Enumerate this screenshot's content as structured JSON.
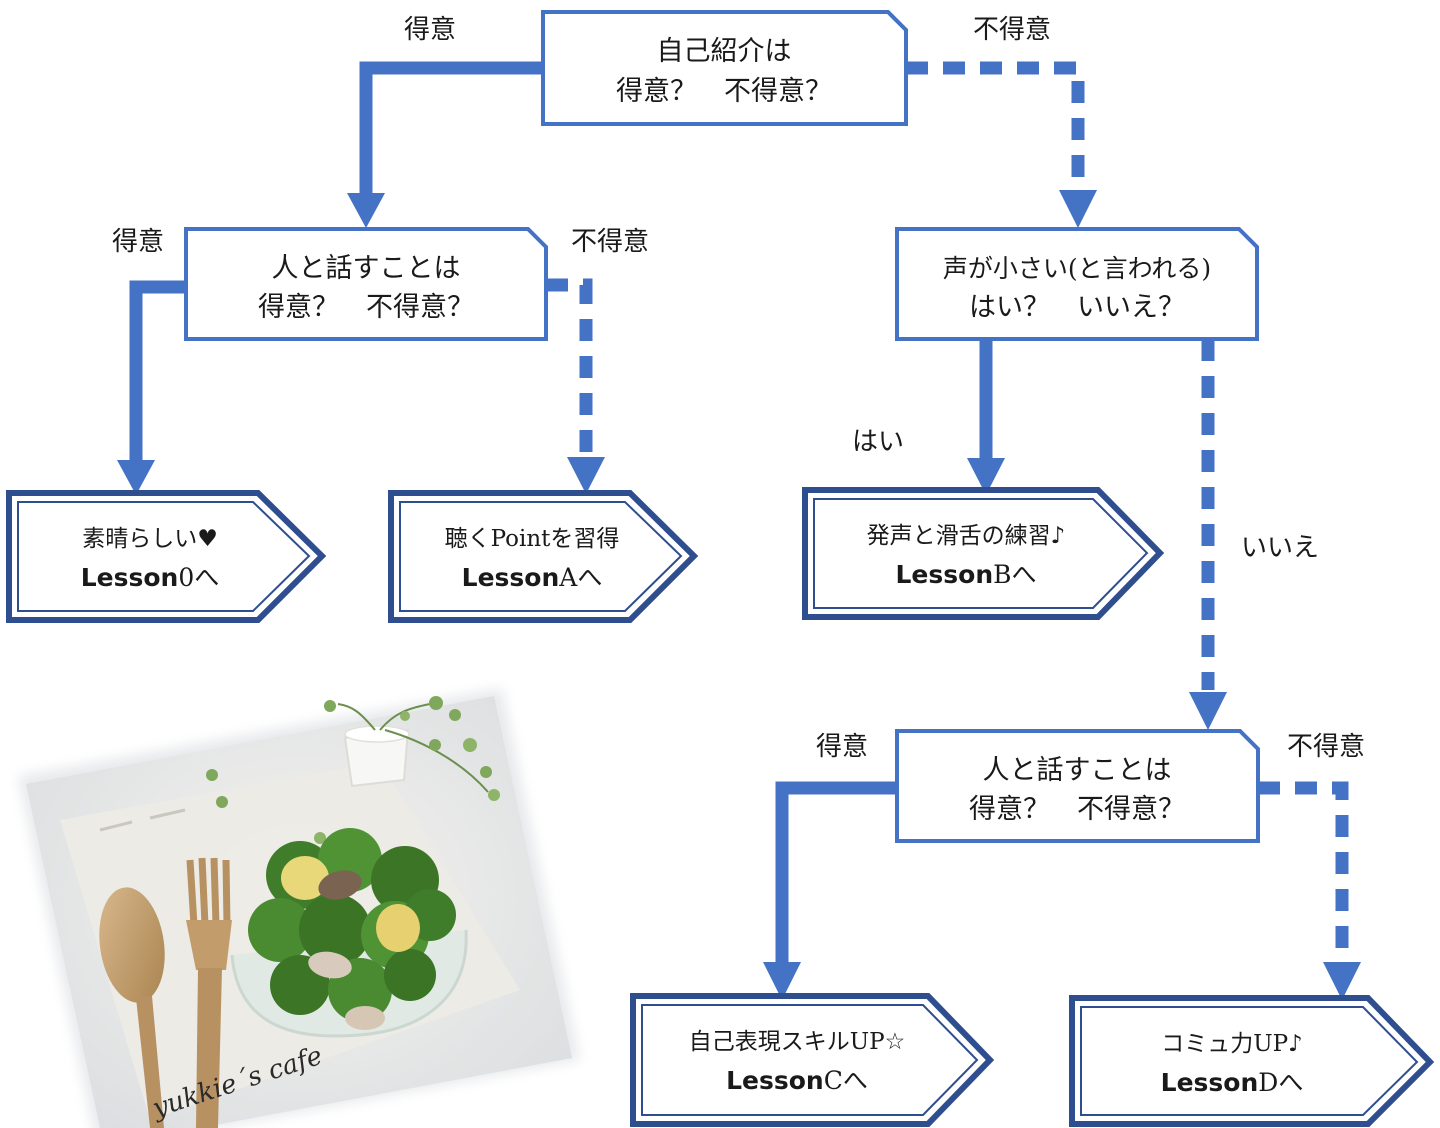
{
  "colors": {
    "accent": "#4472c4",
    "result_border": "#2f4e8f",
    "text": "#1a1a1a"
  },
  "questions": {
    "q1": {
      "line1": "自己紹介は",
      "line2": "得意？　不得意？"
    },
    "q2": {
      "line1": "人と話すことは",
      "line2": "得意？　不得意？"
    },
    "q3": {
      "line1": "声が小さい(と言われる)",
      "line2": "はい？　いいえ？"
    },
    "q4": {
      "line1": "人と話すことは",
      "line2": "得意？　不得意？"
    }
  },
  "branch_labels": {
    "q1_yes": "得意",
    "q1_no": "不得意",
    "q2_yes": "得意",
    "q2_no": "不得意",
    "q3_yes": "はい",
    "q3_no": "いいえ",
    "q4_yes": "得意",
    "q4_no": "不得意"
  },
  "results": {
    "r0": {
      "line1": "素晴らしい♥",
      "lesson": "Lesson",
      "suffix": "0へ"
    },
    "rA": {
      "line1": "聴くPointを習得",
      "lesson": "Lesson",
      "suffix": "Aへ"
    },
    "rB": {
      "line1": "発声と滑舌の練習♪",
      "lesson": "Lesson",
      "suffix": "Bへ"
    },
    "rC": {
      "line1": "自己表現スキルUP☆",
      "lesson": "Lesson",
      "suffix": "Cへ"
    },
    "rD": {
      "line1": "コミュ力UP♪",
      "lesson": "Lesson",
      "suffix": "Dへ"
    }
  },
  "photo": {
    "caption": "yukkie´s cafe"
  }
}
